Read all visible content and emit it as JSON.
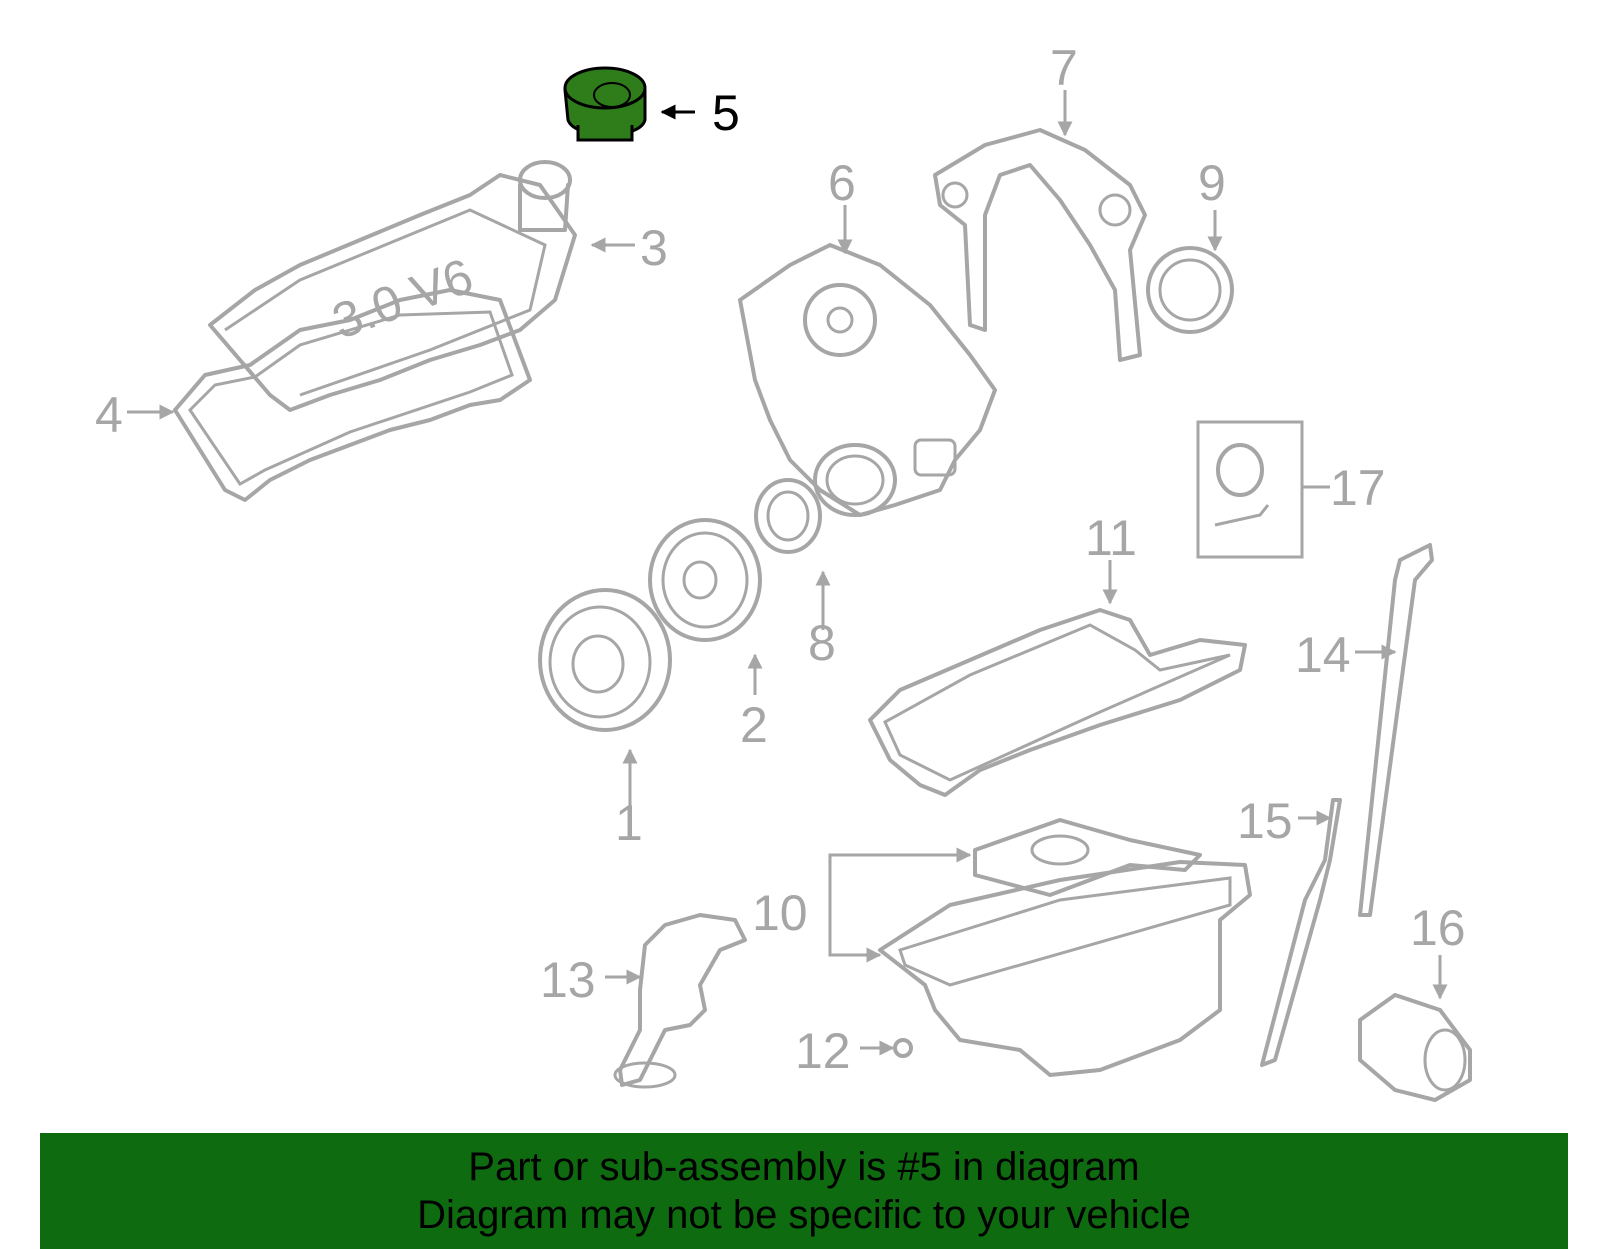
{
  "colors": {
    "highlight_part": "#2e7d1a",
    "line": "#a6a6a6",
    "banner_bg": "#0f6b0f"
  },
  "callouts": [
    {
      "id": "1",
      "label": "1"
    },
    {
      "id": "2",
      "label": "2"
    },
    {
      "id": "3",
      "label": "3"
    },
    {
      "id": "4",
      "label": "4"
    },
    {
      "id": "5",
      "label": "5",
      "highlighted": true
    },
    {
      "id": "6",
      "label": "6"
    },
    {
      "id": "7",
      "label": "7"
    },
    {
      "id": "8",
      "label": "8"
    },
    {
      "id": "9",
      "label": "9"
    },
    {
      "id": "10",
      "label": "10"
    },
    {
      "id": "11",
      "label": "11"
    },
    {
      "id": "12",
      "label": "12"
    },
    {
      "id": "13",
      "label": "13"
    },
    {
      "id": "14",
      "label": "14"
    },
    {
      "id": "15",
      "label": "15"
    },
    {
      "id": "16",
      "label": "16"
    },
    {
      "id": "17",
      "label": "17"
    }
  ],
  "engine_badge": "3.0 V6",
  "banner": {
    "line1": "Part or sub-assembly is #5 in diagram",
    "line2": "Diagram may not be specific to your vehicle"
  }
}
